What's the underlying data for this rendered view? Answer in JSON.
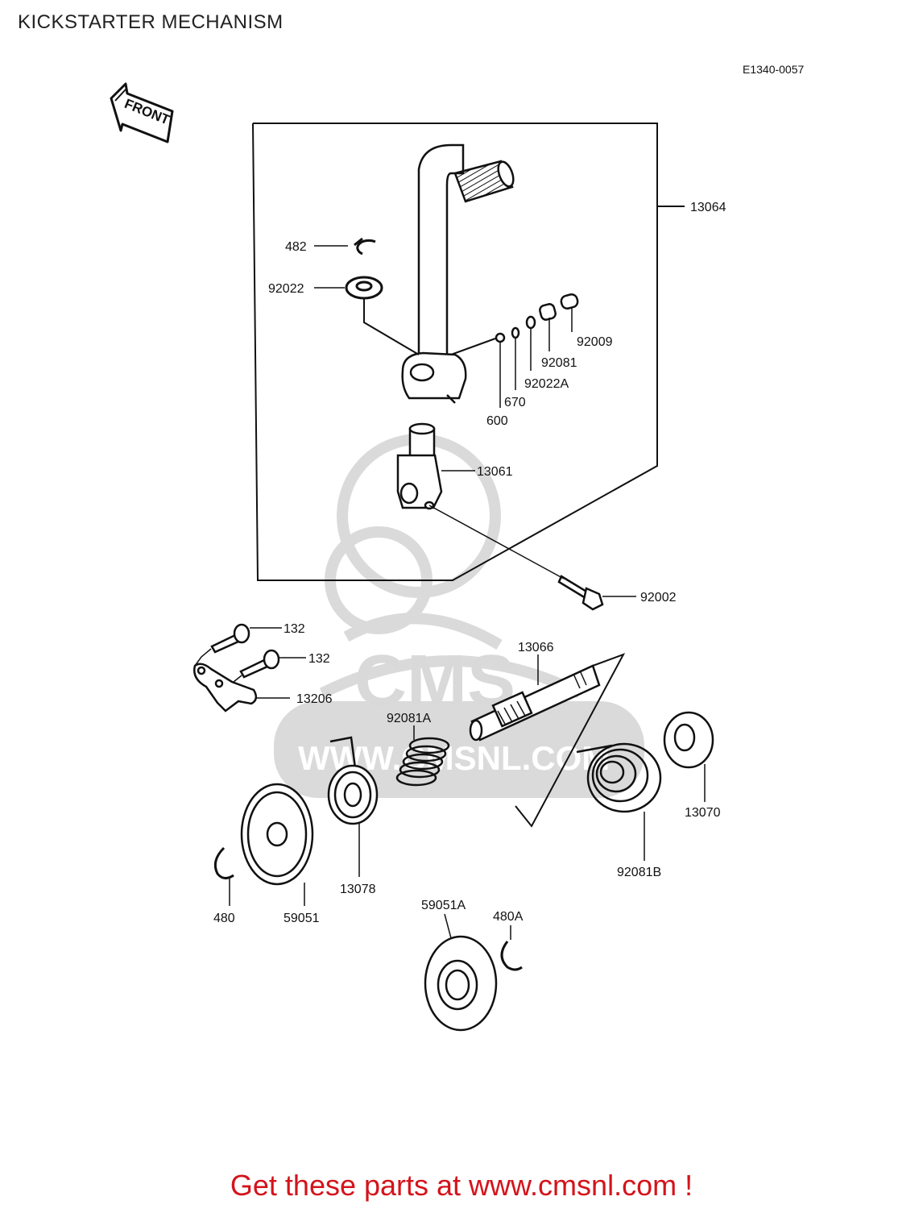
{
  "title": "KICKSTARTER MECHANISM",
  "ref_code": "E1340-0057",
  "front_label": "FRONT",
  "watermark": {
    "brand": "CMS",
    "url_text": "WWW.CMSNL.COM"
  },
  "parts": {
    "p13064": "13064",
    "p482": "482",
    "p92022": "92022",
    "p92009": "92009",
    "p92081": "92081",
    "p92022A": "92022A",
    "p670": "670",
    "p600": "600",
    "p13061": "13061",
    "p92002": "92002",
    "p132a": "132",
    "p132b": "132",
    "p13206": "13206",
    "p13066": "13066",
    "p92081A": "92081A",
    "p13070": "13070",
    "p92081B": "92081B",
    "p13078": "13078",
    "p480": "480",
    "p59051": "59051",
    "p59051A": "59051A",
    "p480A": "480A"
  },
  "cta_text": "Get these parts at www.cmsnl.com !",
  "colors": {
    "line": "#111111",
    "watermark": "#d9d9d9",
    "cta": "#d4131b"
  }
}
